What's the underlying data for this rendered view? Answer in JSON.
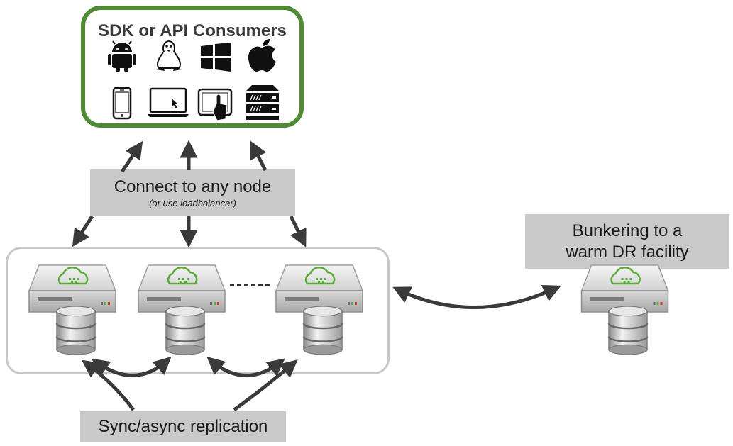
{
  "consumers": {
    "title": "SDK or API Consumers",
    "platform_icons": [
      "android-icon",
      "linux-icon",
      "windows-icon",
      "apple-icon"
    ],
    "device_icons": [
      "phone-icon",
      "laptop-icon",
      "tablet-icon",
      "server-rack-icon"
    ]
  },
  "connect": {
    "title": "Connect to any node",
    "subtitle": "(or use loadbalancer)"
  },
  "bunker": {
    "line1": "Bunkering to a",
    "line2": "warm DR facility"
  },
  "replication": {
    "label": "Sync/async replication"
  },
  "colors": {
    "consumer_border": "#4f8a34",
    "cluster_border": "#c8c8c8",
    "label_bg": "#c9c9c9",
    "arrow": "#3a3a3a",
    "cloud": "#5aaa3a"
  }
}
